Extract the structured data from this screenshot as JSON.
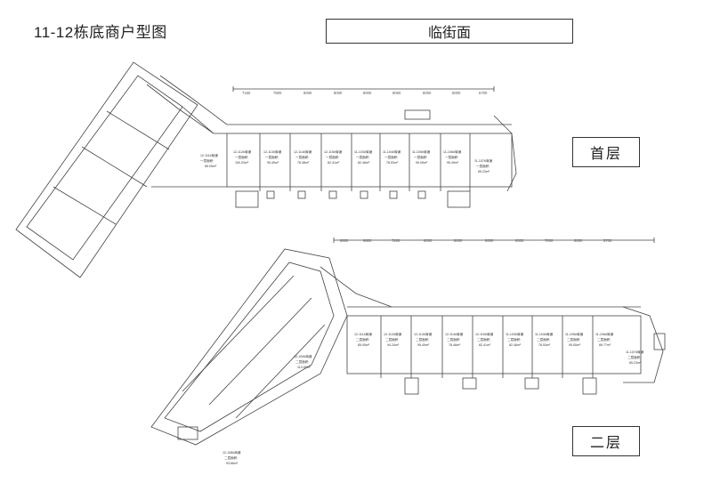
{
  "title": "11-12栋底商户型图",
  "street_label": "临街面",
  "floor1": {
    "label": "首层",
    "dims": [
      "7150",
      "7800",
      "8000",
      "8000",
      "8000",
      "8000",
      "8000",
      "8000",
      "5700"
    ],
    "units": [
      {
        "name": "12-111#商铺",
        "area_label": "一层面积:",
        "area": "85.05m²"
      },
      {
        "name": "12-112#商铺",
        "area_label": "一层面积:",
        "area": "100.03m²"
      },
      {
        "name": "12-113#商铺",
        "area_label": "一层面积:",
        "area": "95.49m²"
      },
      {
        "name": "12-114#商铺",
        "area_label": "一层面积:",
        "area": "78.48m²"
      },
      {
        "name": "12-115#商铺",
        "area_label": "一层面积:",
        "area": "82.41m²"
      },
      {
        "name": "11-103#商铺",
        "area_label": "一层面积:",
        "area": "82.46m²"
      },
      {
        "name": "11-104#商铺",
        "area_label": "一层面积:",
        "area": "78.53m²"
      },
      {
        "name": "11-105#商铺",
        "area_label": "一层面积:",
        "area": "95.05m²"
      },
      {
        "name": "11-106#商铺",
        "area_label": "一层面积:",
        "area": "95.49m²"
      },
      {
        "name": "11-107#商铺",
        "area_label": "一层面积:",
        "area": "65.23m²"
      }
    ]
  },
  "floor2": {
    "label": "二层",
    "dims": [
      "6600",
      "6600",
      "7200",
      "8000",
      "8000",
      "8000",
      "8000",
      "7000",
      "6000",
      "5700"
    ],
    "units": [
      {
        "name": "12-111#商铺",
        "area_label": "二层面积:",
        "area": "85.05m²"
      },
      {
        "name": "12-112#商铺",
        "area_label": "二层面积:",
        "area": "94.24m²"
      },
      {
        "name": "12-113#商铺",
        "area_label": "二层面积:",
        "area": "95.49m²"
      },
      {
        "name": "12-114#商铺",
        "area_label": "二层面积:",
        "area": "78.48m²"
      },
      {
        "name": "12-115#商铺",
        "area_label": "二层面积:",
        "area": "82.41m²"
      },
      {
        "name": "11-103#商铺",
        "area_label": "二层面积:",
        "area": "82.46m²"
      },
      {
        "name": "11-104#商铺",
        "area_label": "二层面积:",
        "area": "78.53m²"
      },
      {
        "name": "11-105#商铺",
        "area_label": "二层面积:",
        "area": "95.55m²"
      },
      {
        "name": "11-106#商铺",
        "area_label": "二层面积:",
        "area": "89.77m²"
      },
      {
        "name": "11-107#商铺",
        "area_label": "二层面积:",
        "area": "65.23m²"
      },
      {
        "name": "12-109#商铺",
        "area_label": "二层面积:",
        "area": "113.55m²"
      },
      {
        "name": "12-108#商铺",
        "area_label": "二层面积:",
        "area": "93.66m²"
      }
    ]
  }
}
